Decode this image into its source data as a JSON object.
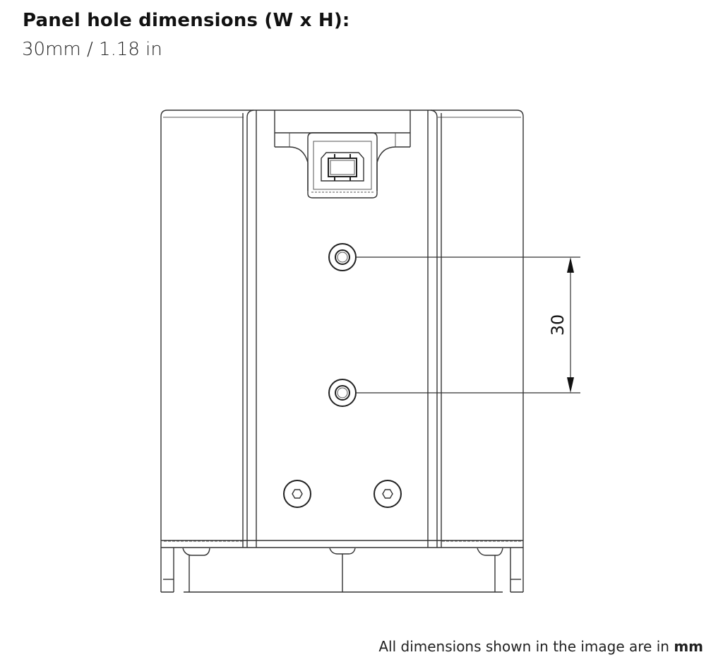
{
  "header": {
    "title": "Panel hole dimensions (W x H):",
    "value": "30mm / 1.18 in"
  },
  "drawing": {
    "view": "rear view of device with USB-B connector",
    "icons": [
      "usb-b-port-icon",
      "mounting-hole-icon",
      "hex-screw-icon"
    ],
    "dimension": {
      "label": "30",
      "unit": "mm",
      "between": "mounting hole centers (vertical)"
    },
    "line_color": "#333333"
  },
  "footer": {
    "note_prefix": "All dimensions shown in the image are in ",
    "note_unit": "mm"
  }
}
